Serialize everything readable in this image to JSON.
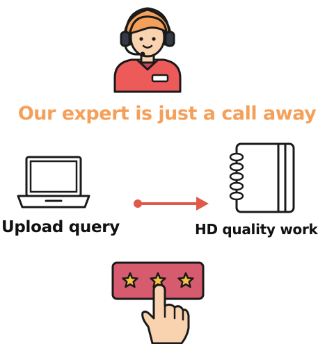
{
  "headline": "Our expert is just a call away",
  "steps": [
    {
      "label": "Upload query",
      "icon": "laptop-icon"
    },
    {
      "label": "HD quality work",
      "icon": "notebook-icon"
    }
  ],
  "icons": {
    "top": "support-agent-icon",
    "arrow": "right-arrow-icon",
    "bottom": "star-rating-hand-icon"
  },
  "rating": {
    "stars": 3
  },
  "colors": {
    "accent": "#f5a05a",
    "arrow": "#e05a4a",
    "shirt": "#ec5a5a",
    "hair": "#f5a05a",
    "skin": "#f9d2b0",
    "rating_panel": "#d65b6e",
    "star": "#f5c242",
    "outline": "#1a1a1a"
  }
}
